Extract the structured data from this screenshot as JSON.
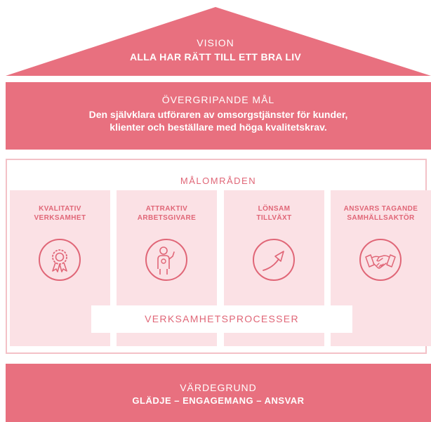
{
  "vision": {
    "title": "VISION",
    "subtitle": "ALLA HAR RÄTT TILL ETT BRA LIV"
  },
  "goal": {
    "title": "ÖVERGRIPANDE MÅL",
    "line1": "Den självklara utföraren av omsorgstjänster för kunder,",
    "line2": "klienter och beställare med höga kvalitetskrav."
  },
  "focus_areas": {
    "title": "MÅLOMRÅDEN",
    "items": [
      {
        "line1": "KVALITATIV",
        "line2": "VERKSAMHET",
        "icon": "award-rosette-icon"
      },
      {
        "line1": "ATTRAKTIV",
        "line2": "ARBETSGIVARE",
        "icon": "employee-icon"
      },
      {
        "line1": "LÖNSAM",
        "line2": "TILLVÄXT",
        "icon": "growth-arrow-icon"
      },
      {
        "line1": "ANSVARS TAGANDE",
        "line2": "SAMHÄLLSAKTÖR",
        "icon": "handshake-icon"
      }
    ]
  },
  "processes": {
    "label": "VERKSAMHETSPROCESSER"
  },
  "foundation": {
    "title": "VÄRDEGRUND",
    "subtitle": "GLÄDJE – ENGAGEMANG – ANSVAR"
  },
  "colors": {
    "accent": "#e8707f",
    "accent_text": "#e06677",
    "panel": "#fbe1e5",
    "frame_border": "#f3c1c7"
  }
}
